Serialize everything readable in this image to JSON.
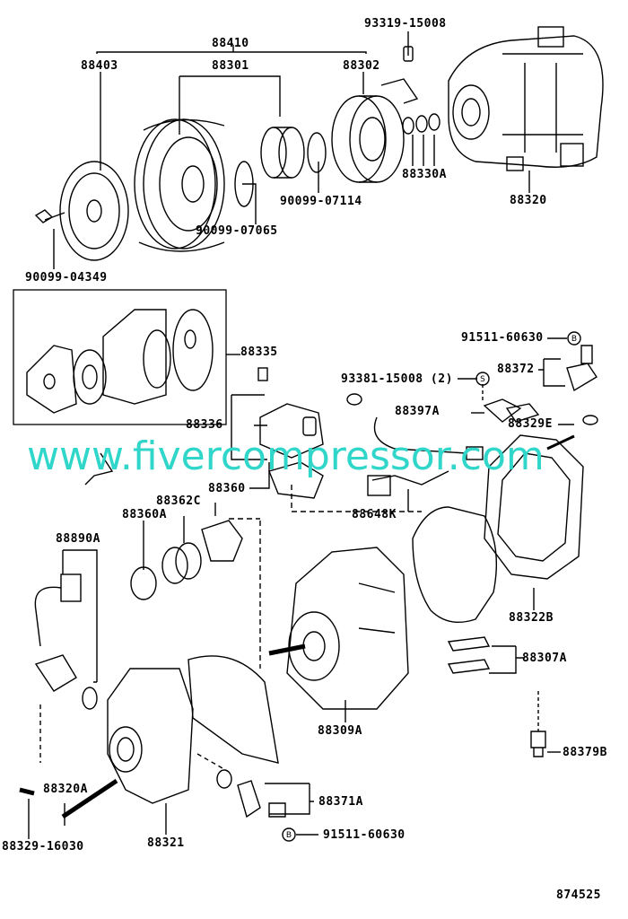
{
  "diagram": {
    "title_code": "874525",
    "watermark": "www.fivercompressor.com",
    "labels": {
      "p93319": "93319-15008",
      "p88410": "88410",
      "p88403": "88403",
      "p88301": "88301",
      "p88302": "88302",
      "p88330A": "88330A",
      "p88320": "88320",
      "p90099_07114": "90099-07114",
      "p90099_07065": "90099-07065",
      "p90099_04349": "90099-04349",
      "p88335": "88335",
      "p91511_top": "91511-60630",
      "p88372": "88372",
      "p93381": "93381-15008 (2)",
      "p88397A": "88397A",
      "p88336": "88336",
      "p88329E": "88329E",
      "p88360": "88360",
      "p88362C": "88362C",
      "p88360A": "88360A",
      "p88648K": "88648K",
      "p88890A": "88890A",
      "p88322B": "88322B",
      "p88307A": "88307A",
      "p88309A": "88309A",
      "p88379B": "88379B",
      "p88320A": "88320A",
      "p88371A": "88371A",
      "p91511_bottom": "91511-60630",
      "p88329_16030": "88329-16030",
      "p88321": "88321"
    },
    "markers": {
      "bolt_b": "B",
      "screw_s": "S"
    }
  }
}
